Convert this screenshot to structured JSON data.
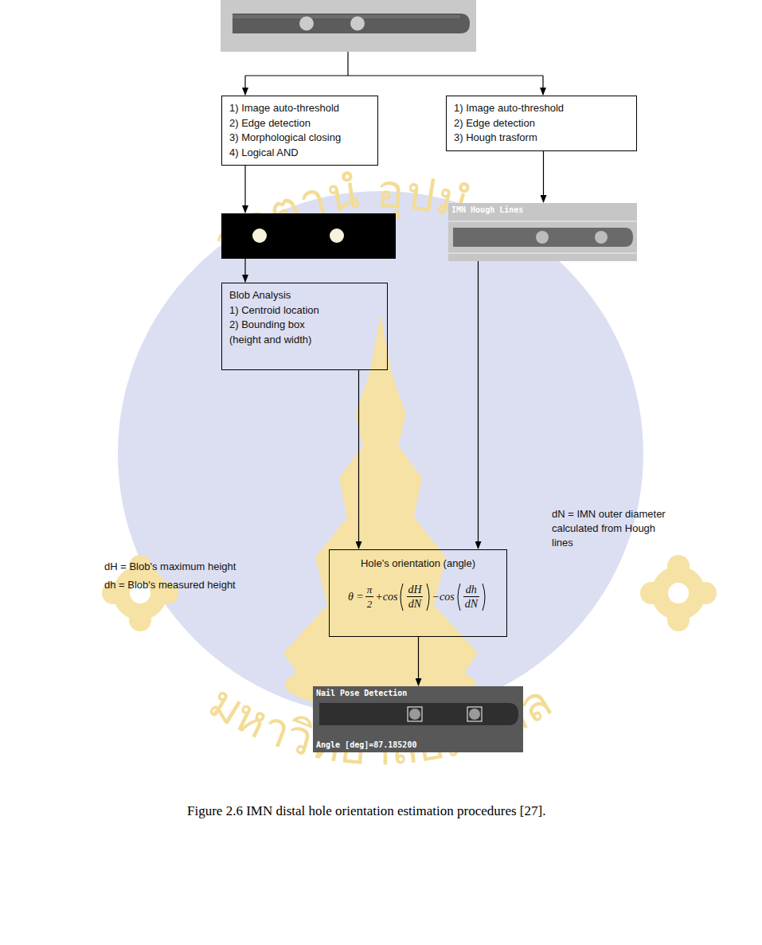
{
  "diagram": {
    "caption": "Figure 2.6 IMN distal hole orientation estimation procedures [27].",
    "nodes": [
      {
        "text": [
          "1) Image auto-threshold",
          "2) Edge detection",
          "3) Morphological closing",
          "4) Logical AND"
        ]
      },
      {
        "text": [
          "1) Image auto-threshold",
          "2) Edge detection",
          "3) Hough trasform"
        ]
      },
      {
        "text": [
          "IMN Hough Lines"
        ]
      },
      {
        "text": [
          "Blob Analysis",
          "1) Centroid location",
          "2) Bounding box",
          "(height and width)"
        ]
      },
      {
        "text": [
          "Hole's orientation (angle)",
          "θ =",
          "π",
          "2",
          "+cos",
          "dH",
          "dN",
          "−cos",
          "dh",
          "dN"
        ]
      },
      {
        "text": [
          "Nail Pose Detection",
          "Angle [deg]=87.185200"
        ]
      }
    ],
    "edges": [
      {
        "from": 1,
        "to": 2,
        "arrow": "to"
      },
      {
        "from": 2,
        "to": 4,
        "arrow": "to"
      },
      {
        "from": 3,
        "to": 4,
        "arrow": "to"
      },
      {
        "from": 4,
        "to": 5,
        "arrow": "to"
      }
    ],
    "labels": [
      "dH = Blob's maximum height",
      "dh = Blob's measured height",
      "dN = IMN outer diameter calculated from Hough lines",
      "อตฺตานํ อุปมํ กเร",
      "มหาวิทยาลัยมหิดล"
    ]
  }
}
